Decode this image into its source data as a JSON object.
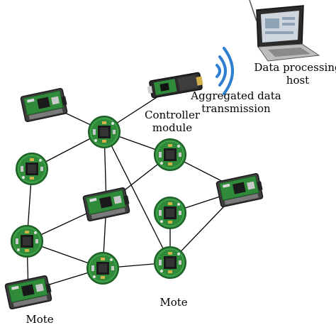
{
  "labels": {
    "host_line1": "Data processing",
    "host_line2": "host",
    "agg_line1": "Aggregated data",
    "agg_line2": "transmission",
    "ctrl_line1": "Controller",
    "ctrl_line2": "module",
    "mote_bottom_left": "Mote",
    "mote_bottom_center": "Mote"
  },
  "colors": {
    "pcb_green": "#2f8a3a",
    "pcb_dark": "#1d5e25",
    "chip": "#1a1a1a",
    "wifi": "#2f7fd0",
    "link": "#000000"
  },
  "icons": {
    "host": "laptop-icon",
    "signal": "wifi-signal-icon",
    "controller": "controller-board-icon",
    "mote_round": "round-sensor-board-icon",
    "mote_rect": "rectangular-sensor-board-icon"
  }
}
